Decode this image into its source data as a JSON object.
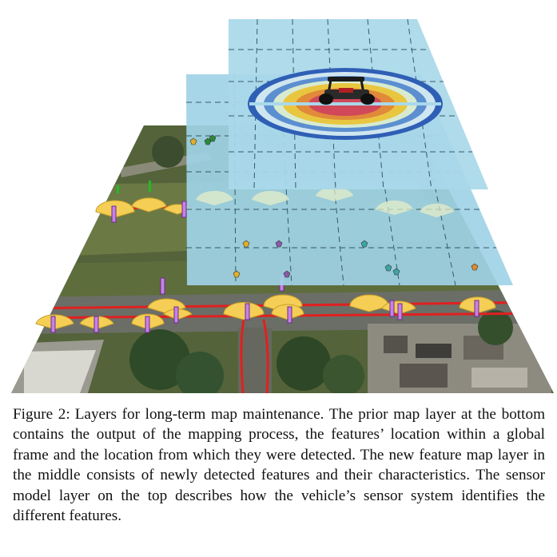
{
  "figure": {
    "label": "Figure 2:",
    "caption": "Layers for long-term map maintenance. The prior map layer at the bottom contains the output of the mapping process, the features’ location within a global frame and the location from which they were detected. The new feature map layer in the middle consists of newly detected features and their characteristics. The sensor model layer on the top describes how the vehicle’s sensor system identifies the different features."
  },
  "layers": [
    {
      "name": "prior map layer",
      "color": "#5b6b3e"
    },
    {
      "name": "new feature map layer",
      "color": "#9fd3e6"
    },
    {
      "name": "sensor model layer",
      "color": "#a9d8ea"
    }
  ],
  "colors": {
    "road_line": "#e02020",
    "detection_cone": "#f5cf55",
    "landmark_pole": "#b86ad6",
    "sensor_ring_outer": "#2f5fb5",
    "sensor_ring_mid": "#e9c640",
    "sensor_core": "#d0485a"
  }
}
